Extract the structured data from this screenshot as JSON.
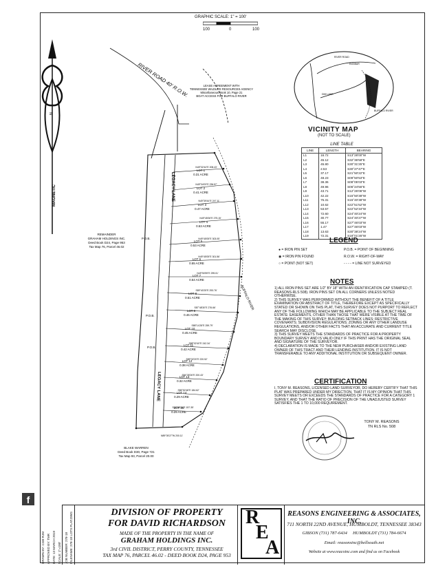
{
  "graphic_scale": {
    "title": "GRAPHIC SCALE: 1\" = 100'",
    "ticks": [
      "100",
      "0",
      "100"
    ]
  },
  "plat": {
    "road_label": "RIVER ROAD 40' R.O.W.",
    "north_label": "MAGNETIC",
    "lease_note": [
      "LEASE AGREEMENT WITH",
      "TENNESSEE WILDLIFE RESOURCES AGENCY",
      "Miscellaneous Book 10, Page 21",
      "BOAT ACCESS FOR BUFFALO RIVER"
    ],
    "river_label": "BUFFALO RIVER",
    "lane_label_upper": "LEGACY LANE",
    "lane_label_lower": "LEGACY LANE",
    "remainder": [
      "REMAINDER",
      "GRAHAM HOLDINGS INC.",
      "Deed Book D24, Page 953",
      "Tax Map 76, Parcel 46.02"
    ],
    "adjoiner": [
      "BLAKE WARREN",
      "Deed Book D30, Page 721",
      "Tax Map 93, Parcel 20.00"
    ],
    "pob": "P.O.B.",
    "lots": [
      {
        "name": "LOT 1",
        "area": "0.31 ACRE"
      },
      {
        "name": "LOT 2",
        "area": "0.41 ACRE"
      },
      {
        "name": "LOT 3",
        "area": "0.47 ACRE"
      },
      {
        "name": "LOT 4",
        "area": "0.53 ACRE"
      },
      {
        "name": "LOT 5",
        "area": "0.53 ACRE"
      },
      {
        "name": "LOT 6",
        "area": "0.55 ACRE"
      },
      {
        "name": "LOT 7",
        "area": "0.54 ACRE"
      },
      {
        "name": "LOT 8",
        "area": "0.51 ACRE"
      },
      {
        "name": "LOT 9",
        "area": "0.46 ACRE"
      },
      {
        "name": "LOT 10",
        "area": "0.45 ACRE"
      },
      {
        "name": "LOT 11",
        "area": "0.42 ACRE"
      },
      {
        "name": "LOT 12",
        "area": "0.38 ACRE"
      },
      {
        "name": "LOT 13",
        "area": "0.32 ACRE"
      },
      {
        "name": "LOT 14",
        "area": "0.29 ACRE"
      },
      {
        "name": "LOT 15",
        "area": "0.29 ACRE"
      }
    ],
    "bearings": [
      "N49°32'44\"E 208.43'",
      "N49°34'03\"E 236.57'",
      "N49°39'44\"E 247.11'",
      "N49°45'06\"E 275.15'",
      "N49°45'05\"E 303.05'",
      "N49°45'05\"E 301.56'",
      "N49°50'59\"E 299.01'",
      "S89°40'25\"E 293.76'",
      "S87°48'30\"E 276.66'",
      "S88°14'28\"E 259.79'",
      "S88°02'40\"E 242.34'",
      "S89°32'20\"E 220.52'",
      "S84°39'26\"E 200.43'",
      "S86°52'48\"E 184.62'",
      "S86°05'36\"E 157.35'"
    ],
    "bottom_line": "N89°05'27\"W 200.11'"
  },
  "vicinity": {
    "title": "VICINITY MAP",
    "subtitle": "(NOT TO SCALE)",
    "labels": [
      "RIVER ROAD",
      "DUNBAR",
      "DIM LANE",
      "BUFFALO RIVER"
    ]
  },
  "line_table": {
    "caption": "LINE TABLE",
    "headers": [
      "LINE",
      "LENGTH",
      "BEARING"
    ],
    "rows": [
      [
        "L1",
        "16.72",
        "S13°28'00\"W"
      ],
      [
        "L2",
        "45.12",
        "S32°36'58\"E"
      ],
      [
        "L3",
        "45.80",
        "S30°31'25\"E"
      ],
      [
        "L4",
        "2.53",
        "S30°27'47\"E"
      ],
      [
        "L5",
        "37.17",
        "S21°50'22\"E"
      ],
      [
        "L6",
        "48.23",
        "S09°50'53\"E"
      ],
      [
        "L7",
        "38.36",
        "S08°05'03\"E"
      ],
      [
        "L8",
        "49.96",
        "S06°24'56\"E"
      ],
      [
        "L9",
        "43.71",
        "S12°26'06\"W"
      ],
      [
        "L10",
        "42.22",
        "S15°50'38\"W"
      ],
      [
        "L11",
        "75.31",
        "S15°40'38\"W"
      ],
      [
        "L12",
        "10.62",
        "S22°51'52\"W"
      ],
      [
        "L13",
        "53.57",
        "S22°52'34\"W"
      ],
      [
        "L14",
        "72.60",
        "S24°40'24\"W"
      ],
      [
        "L15",
        "30.77",
        "S24°40'27\"W"
      ],
      [
        "L16",
        "55.17",
        "S27°46'03\"W"
      ],
      [
        "L17",
        "1.47",
        "S27°46'03\"W"
      ],
      [
        "L18",
        "13.63",
        "S30°38'24\"W"
      ],
      [
        "L19",
        "72.31",
        "S18°01'26\"W"
      ]
    ]
  },
  "legend": {
    "title": "LEGEND",
    "items": [
      {
        "symbol": "●",
        "text": "= IRON PIN SET"
      },
      {
        "symbol": "◉",
        "text": "= IRON PIN FOUND"
      },
      {
        "symbol": "○",
        "text": "= POINT (NOT SET)"
      },
      {
        "symbol": "P.O.B.",
        "text": "= POINT OF BEGINNING"
      },
      {
        "symbol": "R.O.W.",
        "text": "= RIGHT-OF-WAY"
      },
      {
        "symbol": "- - - -",
        "text": "= LINE NOT SURVEYED"
      }
    ]
  },
  "notes": {
    "title": "NOTES",
    "items": [
      "1) ALL IRON PINS SET ARE 1/2\" BY 18\" WITH AN IDENTIFICATION CAP STAMPED (T. REASONS-RLS 508). IRON PINS SET ON ALL CORNERS UNLESS NOTED OTHERWISE.",
      "2) THIS SURVEY WAS PERFORMED WITHOUT THE BENEFIT OF A TITLE EXAMINATION OR ABSTRACT OF TITLE, THEREFORE EXCEPT AS SPECIFICALLY STATED OR SHOWN ON THIS PLAT, THIS SURVEY DOES NOT PURPORT TO REFLECT ANY OF THE FOLLOWING WHICH MAY BE APPLICABLE TO THE SUBJECT REAL ESTATE: EASEMENTS, OTHER THAN THOSE THAT WERE VISIBLE AT THE TIME OF THE MAKING OF THIS SURVEY; BUILDING SETBACK LINES; RESTRICTIVE COVENANTS; SUBDIVISION REGULATIONS; ZONING OR ANY OTHER LANDUSE REGULATIONS, AND/OR OTHER FACTS THAT AN ACCURATE AND CURRENT TITLE SEARCH MAY DISCLOSE.",
      "3) THIS SURVEY MEETS THE STANDARDS OF PRACTICE FOR A PROPERTY BOUNDARY SURVEY AND IS VALID ONLY IF THIS PRINT HAS THE ORIGINAL SEAL AND SIGNATURE OF THE SURVEYOR.",
      "4) DECLARATION IS MADE TO THE NEW PURCHASER AND/OR EXISTING LAND OWNER OF THIS TRACT AND THEIR LENDING INSTITUTION. IT IS NOT TRANSFERABLE TO ANY ADDITIONAL INSTITUTION OR SUBSEQUENT OWNER."
    ]
  },
  "certification": {
    "title": "CERTIFICATION",
    "text": "I, TONY M. REASONS, LICENSED LAND SURVEYOR, DO HEREBY CERTIFY THAT THIS PLAT WAS PREPARED UNDER MY DIRECTION, THAT IT IS MY OPINION THAT THIS SURVEY MEETS OR EXCEEDS THE STANDARDS OF PRACTICE FOR A CATEGORY 1 SURVEY, AND THAT THE RATIO OF PRECISION OF THE UNADJUSTED SURVEY SATISFIES THE 1 TO 10,000 REQUIREMENT.",
    "surveyor_name": "TONY M. REASONS",
    "surveyor_license": "TN RLS No. 508"
  },
  "title_block": {
    "side_fields": [
      "DRAWN BY: CGB-RJM",
      "APPROVED BY: TMR",
      "DATE: 13 MARCH 2019",
      "SCALE: 1\"=100'",
      "JOB NUMBER: 278-18",
      "FILENAME: 278-18 LOTS PLAT.DWG"
    ],
    "division_title_1": "DIVISION OF PROPERTY",
    "division_title_2": "FOR DAVID RICHARDSON",
    "made_of": "MADE OF THE PROPERTY IN THE NAME OF",
    "owner": "GRAHAM HOLDINGS INC.",
    "district": "3rd CIVIL DISTRICT, PERRY COUNTY, TENNESSEE",
    "tax_map": "TAX MAP 76, PARCEL 46.02 - DEED BOOK D24, PAGE 953",
    "logo_letters": [
      "R",
      "E",
      "A"
    ],
    "firm_name": "REASONS ENGINEERING & ASSOCIATES, INC.",
    "firm_address": "711 NORTH 22ND AVENUE, HUMBOLDT, TENNESSEE 38343",
    "phone_gibson": "GIBSON (731) 787-6434",
    "phone_humboldt": "HUMBOLDT (731) 784-6674",
    "email": "Email: reasonsinc@bellsouth.net",
    "website": "Website at www.reacoinc.com and find us on Facebook"
  }
}
